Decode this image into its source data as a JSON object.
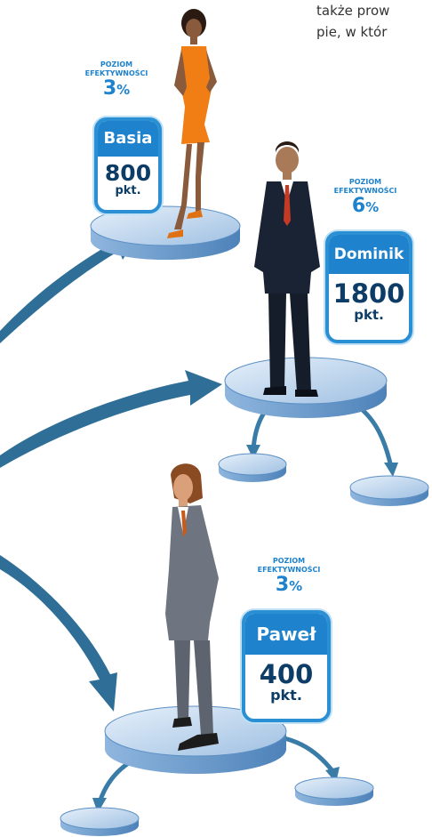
{
  "corner_text": [
    "także prow",
    "pie, w któr"
  ],
  "people": [
    {
      "name": "Basia",
      "points": "800",
      "unit": "pkt.",
      "eff_label": [
        "POZIOM",
        "EFEKTYWNOŚCI"
      ],
      "eff_value": "3",
      "eff_unit": "%"
    },
    {
      "name": "Dominik",
      "points": "1800",
      "unit": "pkt.",
      "eff_label": [
        "POZIOM",
        "EFEKTYWNOŚCI"
      ],
      "eff_value": "6",
      "eff_unit": "%"
    },
    {
      "name": "Paweł",
      "points": "400",
      "unit": "pkt.",
      "eff_label": [
        "POZIOM",
        "EFEKTYWNOŚCI"
      ],
      "eff_value": "3",
      "eff_unit": "%"
    }
  ],
  "colors": {
    "arrow": "#2f6f97",
    "platform_top": "#c9dcf0",
    "platform_side": "#6d9fd0",
    "card_border": "#2b8fd4",
    "card_header": "#1e82cc",
    "accent_text": "#1e82cc"
  }
}
